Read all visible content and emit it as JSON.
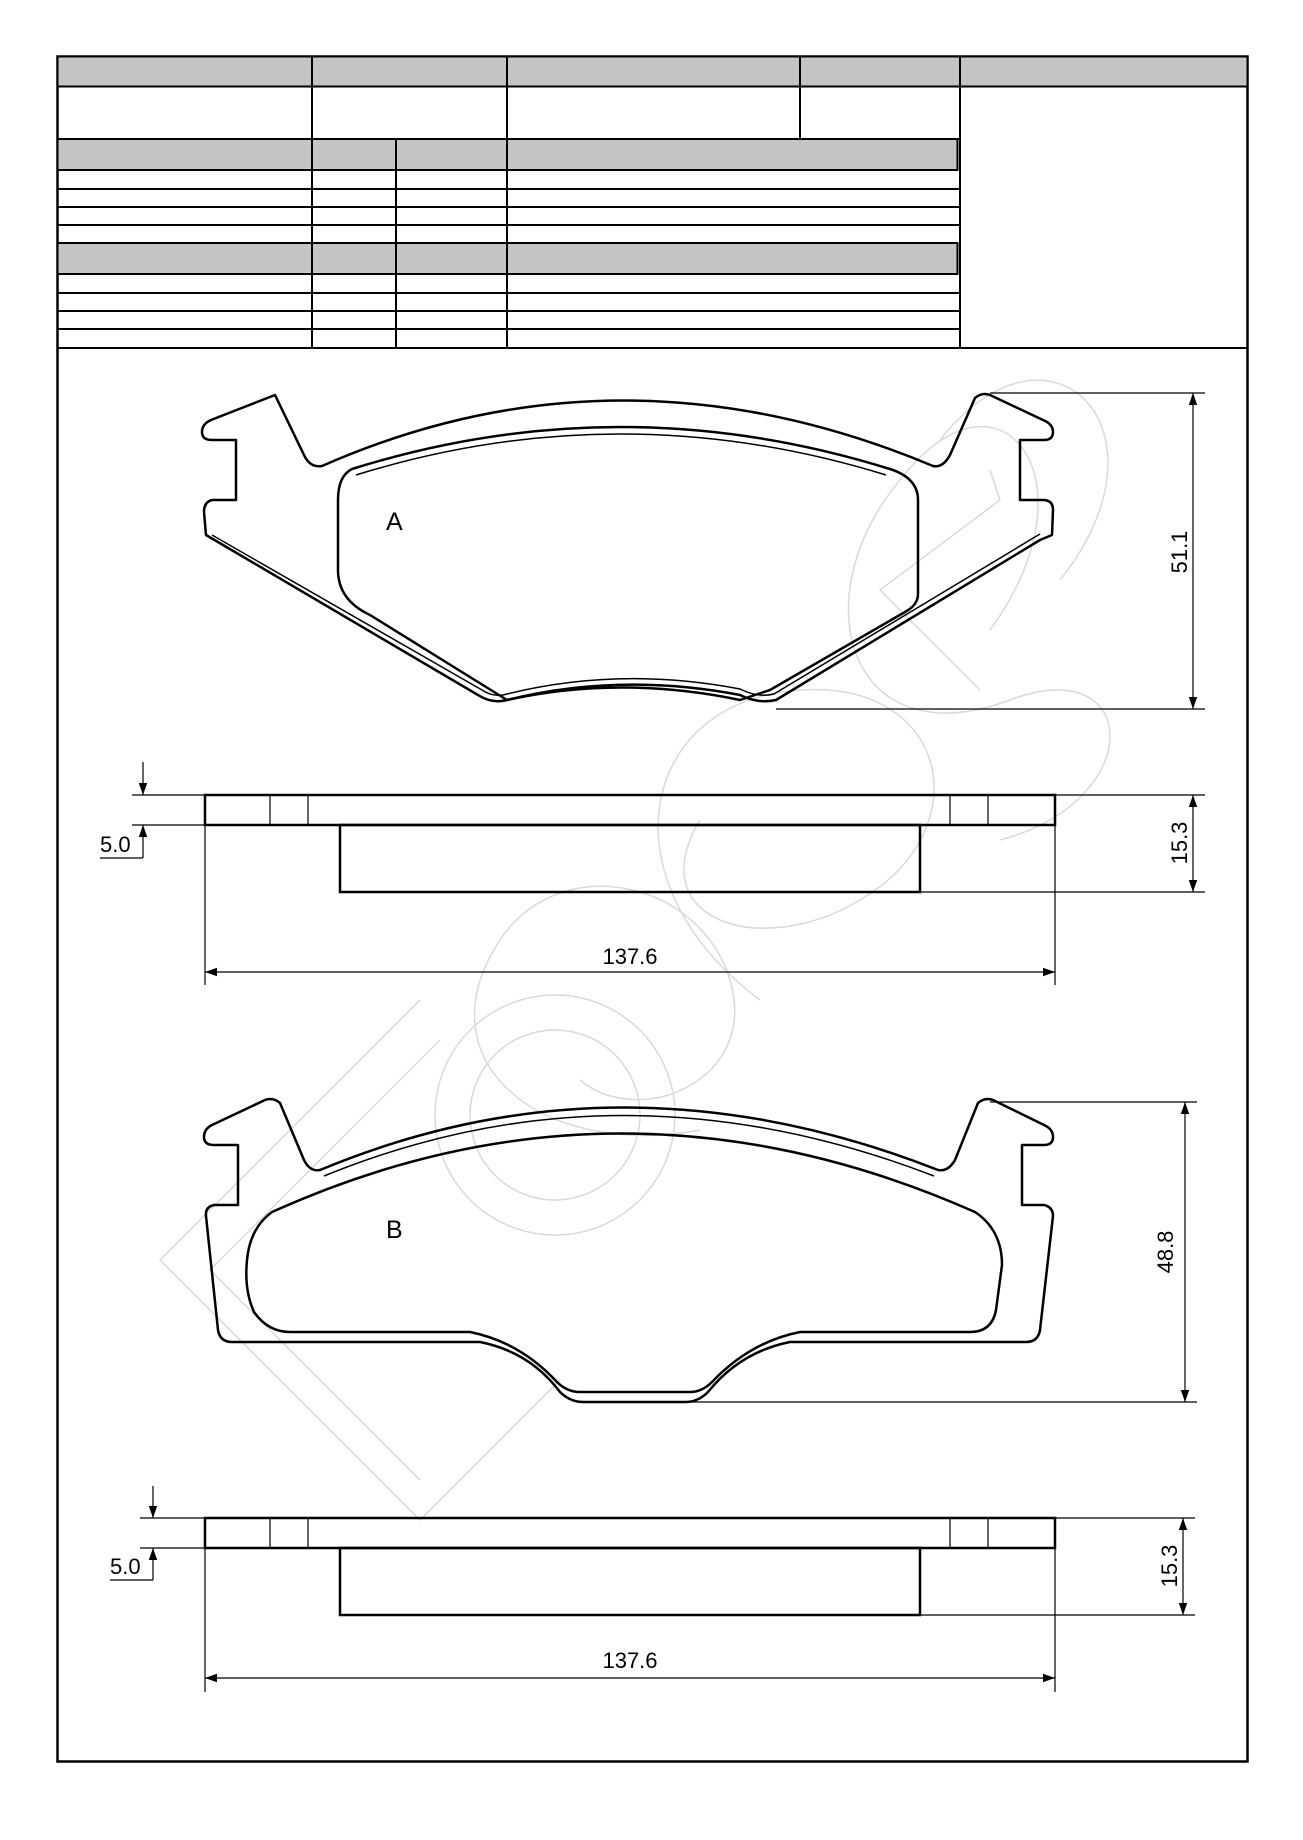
{
  "drawing": {
    "pads": [
      {
        "label": "A",
        "height": "51.1",
        "backplate_thickness": "5.0",
        "total_thickness": "15.3",
        "width": "137.6"
      },
      {
        "label": "B",
        "height": "48.8",
        "backplate_thickness": "5.0",
        "total_thickness": "15.3",
        "width": "137.6"
      }
    ],
    "colors": {
      "line": "#000000",
      "header_fill": "#c4c4c4",
      "watermark": "#d9d9d9"
    }
  }
}
